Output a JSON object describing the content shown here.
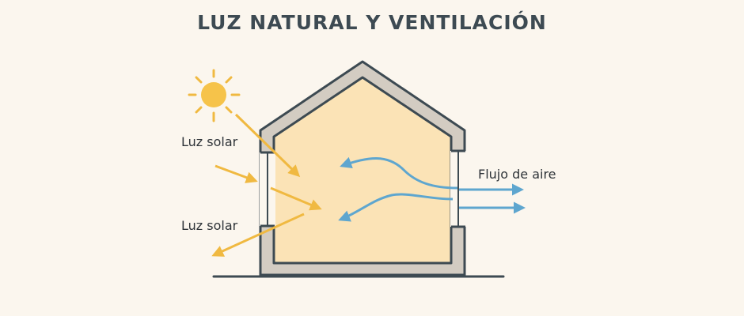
{
  "title": "LUZ NATURAL Y VENTILACIÓN",
  "labels": {
    "sunlight_top": "Luz solar",
    "sunlight_bottom": "Luz solar",
    "airflow": "Flujo de aire"
  },
  "colors": {
    "background": "#fbf6ee",
    "interior": "#fbe3b6",
    "wall": "#d3ccc2",
    "outline": "#3d4a52",
    "sun": "#f6c34a",
    "sun_rays": "#f0b941",
    "air": "#5ea6cf"
  },
  "icons": [
    "sun-icon"
  ]
}
